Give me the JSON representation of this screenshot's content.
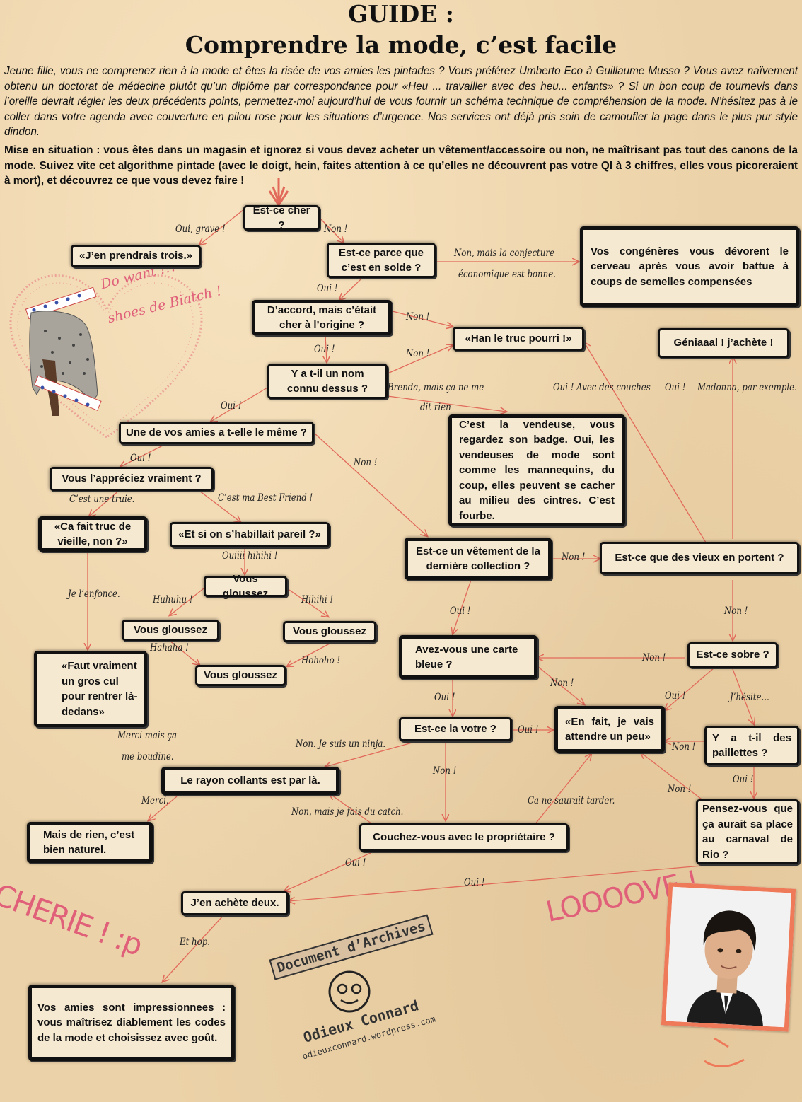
{
  "header": {
    "title_line1": "GUIDE :",
    "title_line2": "Comprendre la mode, c’est facile"
  },
  "intro": {
    "italic_paragraph": "Jeune fille, vous ne comprenez rien à la mode et êtes la risée de vos amies les pintades ? Vous préférez Umberto Eco à Guillaume Musso ? Vous avez naïvement obtenu un doctorat de médecine plutôt qu’un diplôme par correspondance pour «Heu ... travailler avec des heu... enfants» ? Si un bon coup de tournevis dans l’oreille devrait régler les deux précédents points, permettez-moi aujourd’hui de vous fournir un schéma technique de compréhension de la mode. N’hésitez pas à le coller dans votre agenda avec couverture en pilou rose pour les situations d’urgence. Nos services ont déjà pris soin de camoufler la page dans le plus pur style dindon.",
    "bold_paragraph": "Mise en situation : vous êtes dans un magasin et ignorez si vous devez acheter un vêtement/accessoire ou non, ne maîtrisant pas tout des canons de la mode. Suivez vite cet algorithme pintade (avec le doigt, hein, faites attention à ce qu’elles ne découvrent pas votre QI à 3 chiffres, elles vous picoreraient à mort), et découvrez ce que vous devez faire  !"
  },
  "nodes": {
    "cher": "Est-ce cher ?",
    "trois": "«J’en prendrais trois.»",
    "solde": "Est-ce parce que c’est en solde ?",
    "congeneres": "Vos congénères vous dévorent le cerveau après vous avoir battue à coups de semelles compensées",
    "origine": "D’accord, mais c’était cher à l’origine ?",
    "pourri": "«Han le truc pourri !»",
    "geniaal": "Géniaaal ! j’achète !",
    "nomconnu": "Y a t-il un nom connu dessus ?",
    "vendeuse": "C’est la vendeuse, vous regardez son badge. Oui, les vendeuses de mode sont comme les mannequins, du coup, elles peuvent se cacher au milieu des cintres. C’est fourbe.",
    "amies": "Une de vos amies a t-elle le même ?",
    "appreciez": "Vous l’appréciez vraiment ?",
    "vieille": "«Ca fait truc de vieille, non ?»",
    "pareil": "«Et si on s’habillait pareil ?»",
    "collection": "Est-ce un vêtement de la dernière collection ?",
    "vieux": "Est-ce que des vieux en portent ?",
    "glousse1": "Vous gloussez",
    "glousse2": "Vous gloussez",
    "glousse3": "Vous gloussez",
    "glousse4": "Vous gloussez",
    "grosCul": "«Faut vraiment un gros cul pour rentrer là-dedans»",
    "carte": "Avez-vous une carte bleue ?",
    "sobre": "Est-ce sobre ?",
    "votre": "Est-ce la votre ?",
    "attendre": "«En fait, je vais attendre un peu»",
    "paillettes": "Y a t-il des paillettes ?",
    "collants": "Le rayon collants est par là.",
    "rien": "Mais de rien, c’est bien naturel.",
    "couchez": "Couchez-vous avec le propriétaire ?",
    "rio": "Pensez-vous que ça aurait sa place au carnaval de Rio ?",
    "deux": "J’en achète deux.",
    "impressionnees": "Vos amies sont impressionnees : vous maîtrisez diablement les codes de la mode  et choisissez avec goût."
  },
  "labels": {
    "l1": "Oui, grave !",
    "l2": "Non !",
    "l3": "Non, mais la conjecture",
    "l3b": "économique est bonne.",
    "l4": "Oui !",
    "l5": "Non !",
    "l6": "Oui !",
    "l7": "Non !",
    "l8": "Brenda, mais ça ne me",
    "l8b": "dit rien",
    "l9": "Oui ! Avec des couches",
    "l10": "Oui !",
    "l11": "Madonna, par exemple.",
    "l12": "Oui !",
    "l13": "Oui !",
    "l14": "Non !",
    "l15": "C’est une truie.",
    "l16": "C’est ma Best Friend !",
    "l17": "Ouiiii hihihi !",
    "l18": "Non !",
    "l19": "Huhuhu !",
    "l20": "Hihihi !",
    "l21": "Je l’enfonce.",
    "l22": "Hahaha !",
    "l23": "Hohoho !",
    "l24": "Oui !",
    "l25": "Non !",
    "l26": "Non !",
    "l27": "Non !",
    "l28": "Oui !",
    "l29": "J’hésite...",
    "l30": "Oui !",
    "l31": "Non !",
    "l32": "Merci mais ça",
    "l32b": "me boudine.",
    "l33": "Non. Je suis un ninja.",
    "l34": "Oui !",
    "l35": "Non !",
    "l36": "Non !",
    "l37": "Merci.",
    "l38": "Non, mais je fais du catch.",
    "l39": "Ca ne saurait tarder.",
    "l40": "Oui !",
    "l41": "Oui !",
    "l42": "Oui !",
    "l43": "Et hop."
  },
  "decorations": {
    "heart_text_line1": "Do want !!! Les",
    "heart_text_line2": "shoes de Biatch !",
    "stamp_top": "Document d’Archives",
    "stamp_name": "Odieux Connard",
    "stamp_url": "odieuxconnard.wordpress.com",
    "cherie": "CHERIE ! :p",
    "looove": "LOOOOVE !",
    "accent_pink": "#e0607a",
    "arrow_red": "#e26a5a"
  }
}
